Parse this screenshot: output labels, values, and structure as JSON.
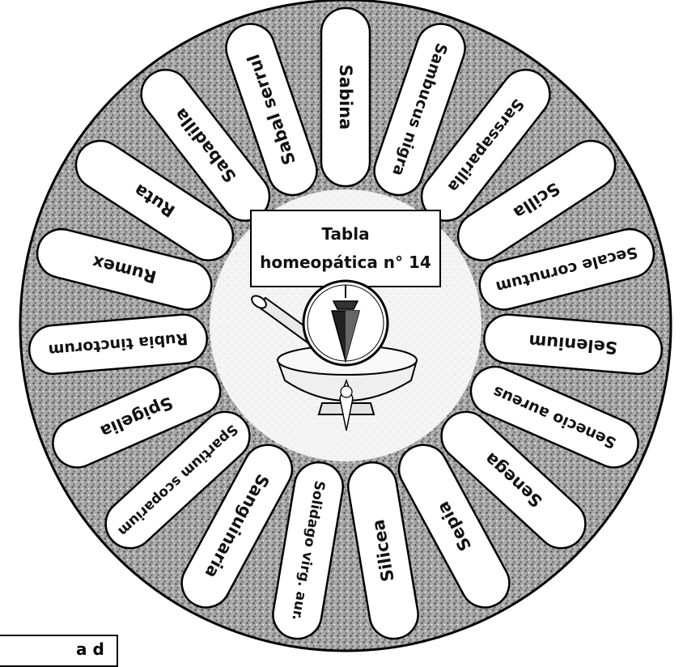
{
  "title_lines": [
    "Tabla",
    "homeopática n° 14"
  ],
  "remedies": [
    "Sabina",
    "Sambucus nigra",
    "Sarssaparilla",
    "Scilla",
    "Secale cornutum",
    "Selenium",
    "Senecio aureus",
    "Senega",
    "Sepia",
    "Silicea",
    "Solidago virg. aur.",
    "Sanguinaria",
    "Spartium scoparium",
    "Spigelia",
    "Rubia tinctorum",
    "Rumex",
    "Ruta",
    "Sabadilla",
    "Sabal serrul"
  ],
  "corner_fragment": "a d",
  "colors": {
    "ring_fill": "#9a9a9a",
    "petal_fill": "#ffffff",
    "outline": "#000000",
    "center_fill": "#f2f2f2"
  },
  "icons": [
    "mortar-and-pestle-icon",
    "pendulum-icon"
  ]
}
